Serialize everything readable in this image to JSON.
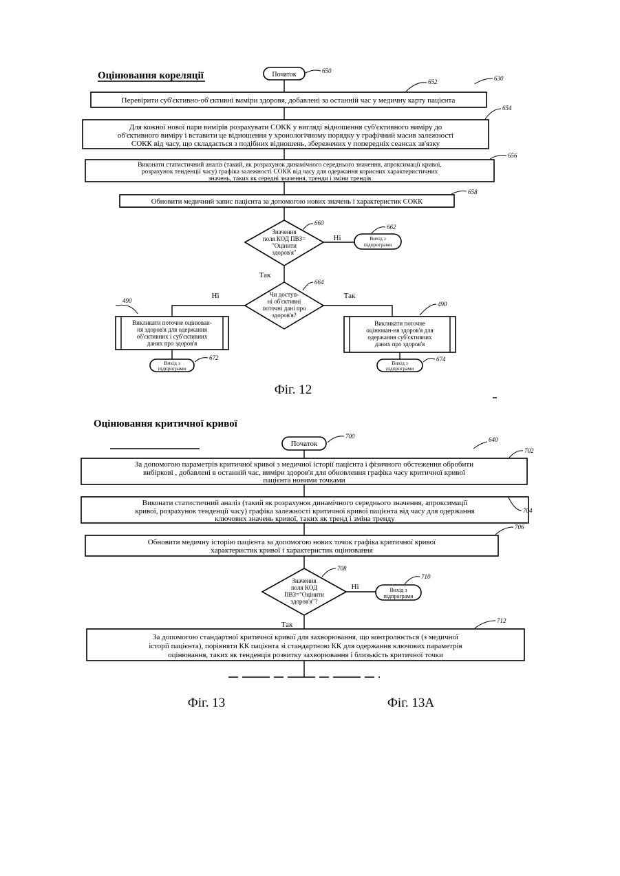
{
  "fig12": {
    "title": "Оцінювання кореляції",
    "ref_main": "630",
    "start": {
      "label": "Початок",
      "ref": "650"
    },
    "step652": {
      "lines": [
        "Перевірити суб'єктивно-об'єктивні виміри здоровя, добавлені за останній час у медичну карту пацієнта"
      ],
      "ref": "652"
    },
    "step654": {
      "lines": [
        "Для кожної нової пари вимірів розрахувати СОКК у вигляді відношення  суб'єктивного виміру до",
        "об'єктивного виміру і вставити це відношення у хронологічному порядку у графічний масив залежності",
        "СОКК від часу, що складається з подібних відношень, збережених у попередніх сеансах зв'язку"
      ],
      "ref": "654"
    },
    "step656": {
      "lines": [
        "Виконати статистичний  аналіз (такий, як розрахунок динамічного середнього значення,  апроксимації кривої,",
        "розрахунок тенденції часу) графіка залежності СОКК від часу для одержання  корисних характеристичних",
        "значень, таких як середні значення, тренди і зміни трендів"
      ],
      "ref": "656"
    },
    "step658": {
      "lines": [
        "Обновити медичний запис пацієнта за допомогою нових значень і характеристик СОКК"
      ],
      "ref": "658"
    },
    "decision660": {
      "lines": [
        "Значення",
        "поля КОД ПВЗ=",
        "\"Оцінити",
        "здоров'я\""
      ],
      "ref": "660"
    },
    "exit662": {
      "lines": [
        "Вихід з",
        "підпрограми"
      ],
      "ref": "662"
    },
    "decision664": {
      "lines": [
        "Чи доступ-",
        "ні об'єктивні",
        "поточні дані про",
        "здоров'я?"
      ],
      "ref": "664"
    },
    "step_left": {
      "lines": [
        "Викликати поточне оцінюван-",
        "ня здоров'я для одержання",
        "об'єктивних і суб'єктивних",
        "даних про здоров'я"
      ],
      "ref": "490"
    },
    "step_right": {
      "lines": [
        "Викликати поточне",
        "оцінюван-ня здоров'я для",
        "одержання суб'єктивних",
        "даних про здоров'я"
      ],
      "ref": "490"
    },
    "exit672": {
      "lines": [
        "Вихід з",
        "підпрограми"
      ],
      "ref": "672"
    },
    "exit674": {
      "lines": [
        "Вихід з",
        "підпрограми"
      ],
      "ref": "674"
    },
    "no": "Ні",
    "yes": "Так",
    "caption": "Фіг. 12"
  },
  "fig13": {
    "title": "Оцінювання критичної кривої",
    "ref_main": "640",
    "start": {
      "label": "Початок",
      "ref": "700"
    },
    "step702": {
      "lines": [
        "За допомогою параметрів критичної кривої з медичної історії пацієнта і фізичного обстеження обробити",
        "вибіркові , добавлені в останній час, виміри здоров'я для обновлення графіка часу критичної кривої",
        "пацієнта новими точками"
      ],
      "ref": "702"
    },
    "step704": {
      "lines": [
        "Виконати статистичний аналіз (такий як розрахунок динамічного середнього значення, апроксимації",
        "кривої, розрахунок тенденції часу) графіка залежності критичної кривої пацієнта від часу для одержання",
        "ключових значень кривої, таких як тренд і зміна тренду"
      ],
      "ref": "704"
    },
    "step706": {
      "lines": [
        "Обновити медичну історію пацієнта за допомогою нових точок графіка критичної кривої",
        "характеристик кривої і характеристик оцінювання"
      ],
      "ref": "706"
    },
    "decision708": {
      "lines": [
        "Значення",
        "поля КОД",
        "ПВЗ=\"Оцінити",
        "здоров'я\"?"
      ],
      "ref": "708"
    },
    "exit710": {
      "lines": [
        "Вихід з",
        "підпрограми"
      ],
      "ref": "710"
    },
    "step712": {
      "lines": [
        "За допомогою стандартної критичної кривої для захворювання, що контролюється (з медичної",
        "історії пацієнта), порівняти КК пацієнта зі стандартною КК для одержання ключових параметрів",
        "оцінювання, таких як тенденція розвитку захворювання і близькість критичної точки"
      ],
      "ref": "712"
    },
    "no": "Ні",
    "yes": "Так",
    "caption_left": "Фіг. 13",
    "caption_right": "Фіг. 13A"
  }
}
